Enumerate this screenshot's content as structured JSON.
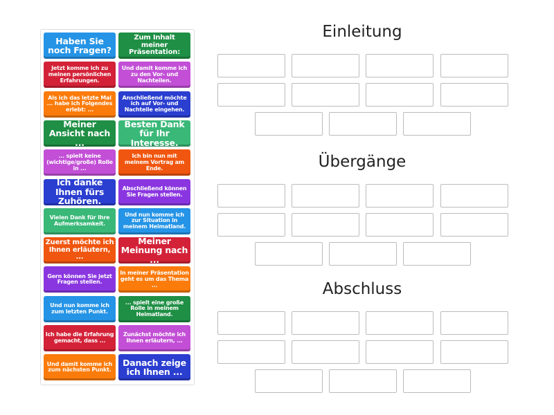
{
  "cards": [
    {
      "text": "Haben Sie noch Fragen?",
      "color": "#2594e6",
      "size": "l"
    },
    {
      "text": "Zum Inhalt meiner Präsentation:",
      "color": "#1f8f45",
      "size": "m"
    },
    {
      "text": "Jetzt komme ich zu meinen persönlichen Erfahrungen.",
      "color": "#d32238",
      "size": "s"
    },
    {
      "text": "Und damit komme ich zu den Vor- und Nachteilen.",
      "color": "#c24fd6",
      "size": "s"
    },
    {
      "text": "Als ich das letzte Mal ... habe ich Folgendes erlebt: ...",
      "color": "#fb7b0b",
      "size": "s"
    },
    {
      "text": "Anschließend möchte ich auf Vor- und Nachteile eingehen.",
      "color": "#2a3ed0",
      "size": "s"
    },
    {
      "text": "Meiner Ansicht nach ...",
      "color": "#1f8f45",
      "size": "l"
    },
    {
      "text": "Besten Dank für Ihr Interesse.",
      "color": "#3ab878",
      "size": "l"
    },
    {
      "text": "... spielt keine (wichtige/große) Rolle in ...",
      "color": "#c24fd6",
      "size": "s"
    },
    {
      "text": "Ich bin nun mit meinem Vortrag am Ende.",
      "color": "#f0560f",
      "size": "s"
    },
    {
      "text": "Ich danke Ihnen fürs Zuhören.",
      "color": "#2a3ed0",
      "size": "l"
    },
    {
      "text": "Abschließend können Sie Fragen stellen.",
      "color": "#8a36e0",
      "size": "s"
    },
    {
      "text": "Vielen Dank für Ihre Aufmerksamkeit.",
      "color": "#3ab878",
      "size": "s"
    },
    {
      "text": "Und nun komme ich zur Situation in meinem Heimatland.",
      "color": "#2594e6",
      "size": "s"
    },
    {
      "text": "Zuerst möchte ich Ihnen erläutern, ...",
      "color": "#f0560f",
      "size": "m"
    },
    {
      "text": "Meiner Meinung nach ...",
      "color": "#d32238",
      "size": "l"
    },
    {
      "text": "Gern können Sie jetzt Fragen stellen.",
      "color": "#8a36e0",
      "size": "s"
    },
    {
      "text": "In meiner Präsentation geht es um das Thema ...",
      "color": "#fb7b0b",
      "size": "s"
    },
    {
      "text": "Und nun komme ich zum letzten Punkt.",
      "color": "#2594e6",
      "size": "s"
    },
    {
      "text": "... spielt eine große Rolle in meinem Heimatland.",
      "color": "#1f8f45",
      "size": "s"
    },
    {
      "text": "Ich habe die Erfahrung gemacht, dass ...",
      "color": "#d32238",
      "size": "s"
    },
    {
      "text": "Zunächst möchte ich Ihnen erläutern, ...",
      "color": "#c24fd6",
      "size": "s"
    },
    {
      "text": "Und damit komme ich zum nächsten Punkt.",
      "color": "#fb7b0b",
      "size": "s"
    },
    {
      "text": "Danach zeige ich Ihnen ...",
      "color": "#2a3ed0",
      "size": "l"
    }
  ],
  "groups": [
    {
      "title": "Einleitung"
    },
    {
      "title": "Übergänge"
    },
    {
      "title": "Abschluss"
    }
  ]
}
